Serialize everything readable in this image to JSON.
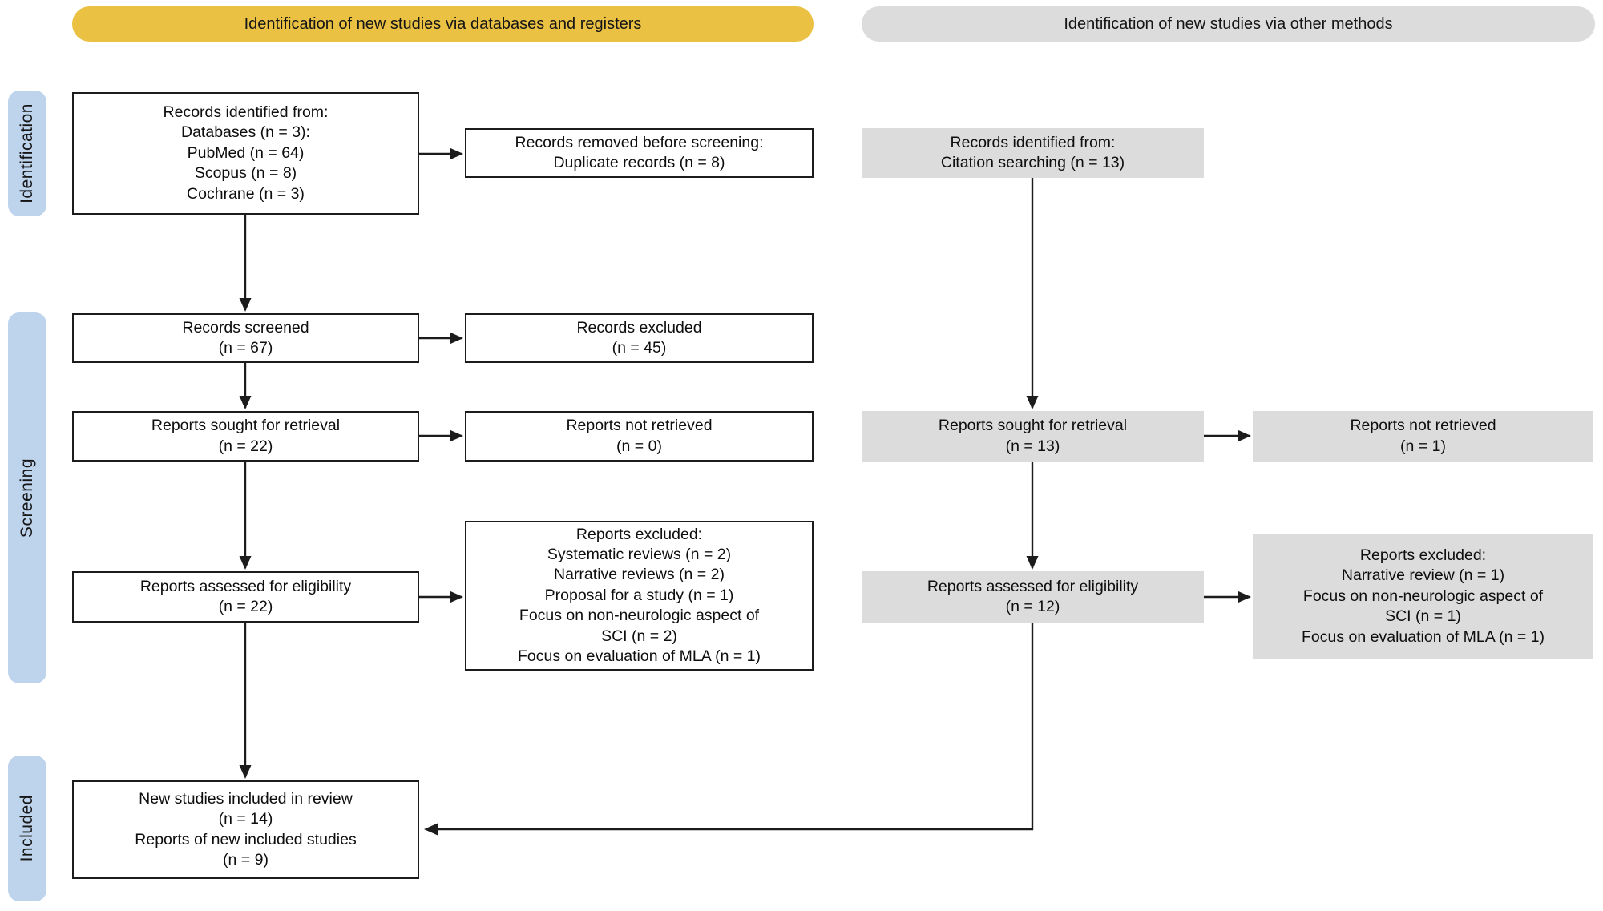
{
  "banners": {
    "databases": "Identification of new studies via databases and registers",
    "other_methods": "Identification of new studies via other methods"
  },
  "stages": {
    "identification": "Identification",
    "screening": "Screening",
    "included": "Included"
  },
  "boxes": {
    "records_identified": "Records identified from:\nDatabases (n = 3):\nPubMed (n = 64)\nScopus (n = 8)\nCochrane (n = 3)",
    "records_removed": "Records removed before screening:\nDuplicate records (n = 8)",
    "citation_identified": "Records identified from:\nCitation searching (n = 13)",
    "records_screened": "Records screened\n(n = 67)",
    "records_excluded": "Records excluded\n(n = 45)",
    "reports_sought_db": "Reports sought for retrieval\n(n = 22)",
    "reports_not_retrieved_db": "Reports not retrieved\n(n = 0)",
    "reports_sought_other": "Reports sought for retrieval\n(n = 13)",
    "reports_not_retrieved_other": "Reports not retrieved\n(n = 1)",
    "reports_assessed_db": "Reports assessed for eligibility\n(n = 22)",
    "reports_excluded_db": "Reports excluded:\nSystematic reviews (n = 2)\nNarrative reviews (n = 2)\nProposal for a study (n = 1)\nFocus on non-neurologic aspect of\nSCI (n = 2)\nFocus on evaluation of MLA (n = 1)",
    "reports_assessed_other": "Reports assessed for eligibility\n(n = 12)",
    "reports_excluded_other": "Reports excluded:\nNarrative review (n = 1)\nFocus on non-neurologic aspect of\nSCI (n = 1)\nFocus on evaluation of MLA (n = 1)",
    "included_studies": "New studies included in review\n(n = 14)\nReports of new included studies\n(n = 9)"
  },
  "colors": {
    "banner_yellow": "#EAC143",
    "banner_gray": "#DCDCDC",
    "stage_blue": "#BED3EC",
    "box_gray": "#DCDCDC",
    "line_black": "#1C1C1C"
  }
}
